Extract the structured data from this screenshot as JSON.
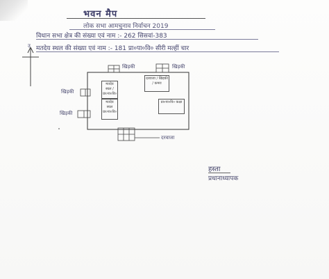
{
  "document": {
    "title": "भवन मैप",
    "subtitle": "लोक सभा आमचुनाव निर्वाचन 2019",
    "line1": "विधान सभा क्षेत्र की संख्या एवं नाम :- 262 सिसवां-383",
    "line2": "मतदेय स्थल की संख्या एवं नाम :- 181 प्रा०पा०वि० सीरी मल्हीं चार"
  },
  "map": {
    "compass_letter": "उ",
    "windows": [
      "खिड़की",
      "खिड़की",
      "खिड़की",
      "खिड़की"
    ],
    "rooms": {
      "booth_a": "मतदेय स्थल / प्रा०पा०वि०",
      "booth_b": "मतदेय स्थल प्रा०पा०वि०",
      "booth_c": "दरवाजा / खिड़की / कमरा",
      "booth_d": "प्रा०पा०वि० कक्षा"
    },
    "door": "दरवाजा"
  },
  "signature": {
    "sign": "हस्ता",
    "name": "प्रधानाध्यापक"
  }
}
